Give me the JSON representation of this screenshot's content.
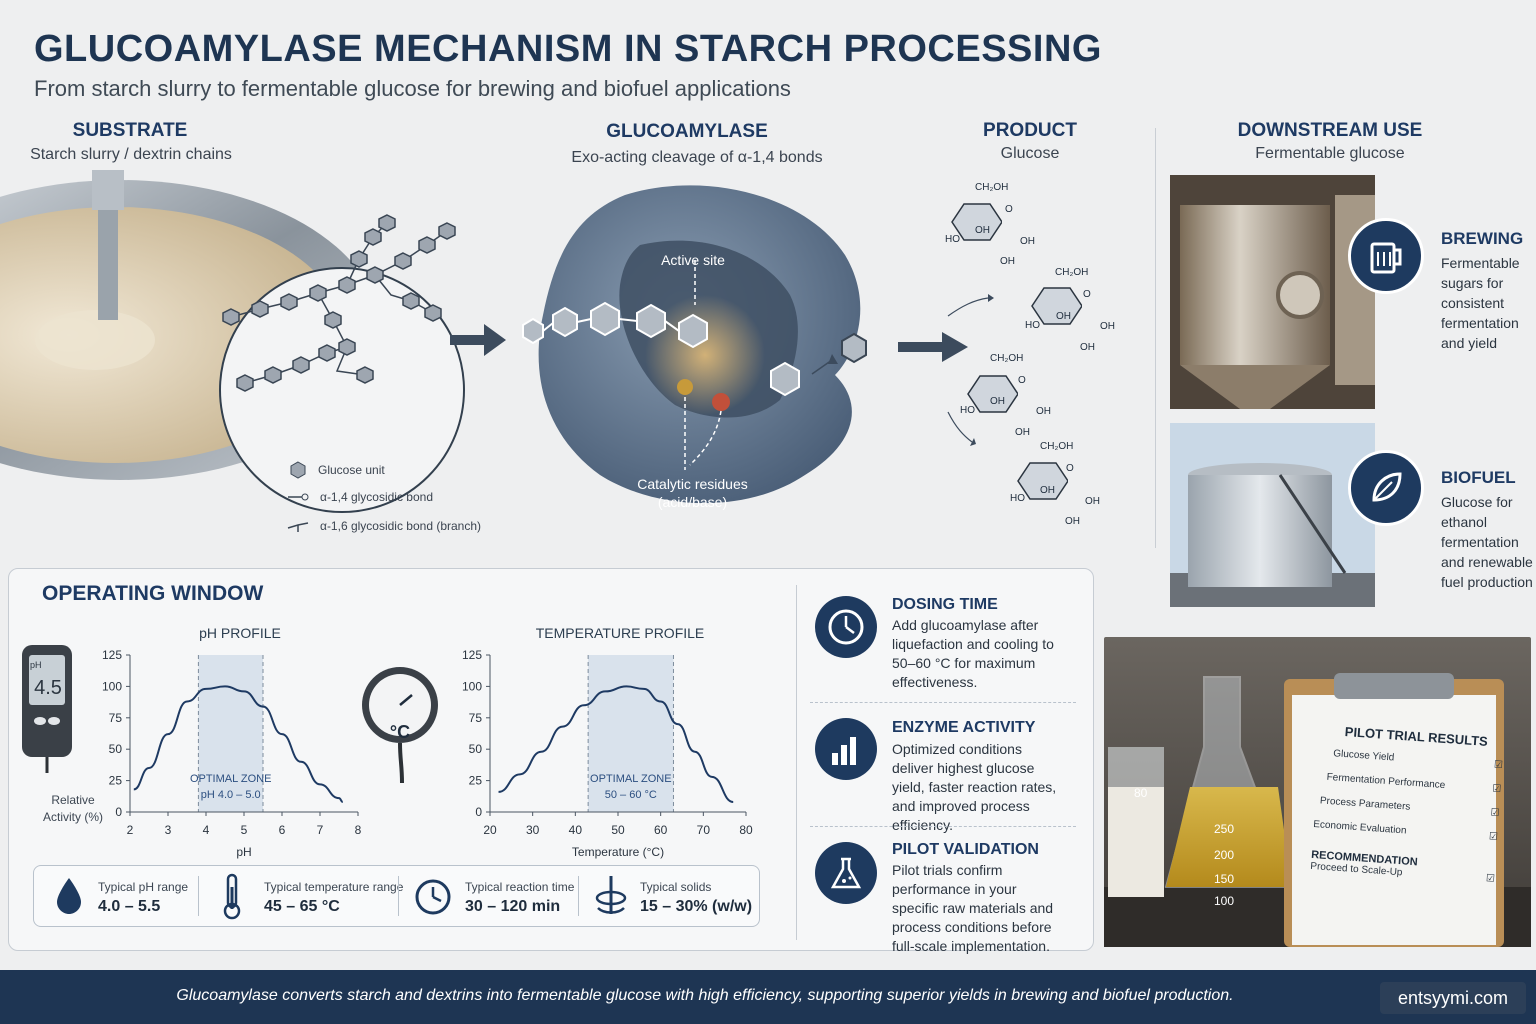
{
  "header": {
    "title": "GLUCOAMYLASE MECHANISM IN STARCH PROCESSING",
    "subtitle": "From starch slurry to fermentable glucose for brewing and biofuel applications"
  },
  "columns": {
    "substrate": {
      "title": "SUBSTRATE",
      "subtitle": "Starch slurry / dextrin chains"
    },
    "enzyme": {
      "title": "GLUCOAMYLASE",
      "subtitle": "Exo-acting cleavage of α-1,4 bonds"
    },
    "product": {
      "title": "PRODUCT",
      "subtitle": "Glucose"
    },
    "downstream": {
      "title": "DOWNSTREAM USE",
      "subtitle": "Fermentable glucose"
    }
  },
  "legend": {
    "glucose_unit": "Glucose unit",
    "bond_14": "α-1,4 glycosidic bond",
    "bond_16": "α-1,6 glycosidic bond (branch)"
  },
  "enzyme_labels": {
    "active_site": "Active site",
    "catalytic_1": "Catalytic residues",
    "catalytic_2": "(acid/base)"
  },
  "glucose_labels": {
    "ch2oh": "CH₂OH",
    "o": "O",
    "oh": "OH",
    "ho": "HO"
  },
  "operating_window": {
    "title": "OPERATING WINDOW",
    "meter_reading": "4.5",
    "meter_unit": "pH",
    "gauge_unit": "°C",
    "relative_activity_1": "Relative",
    "relative_activity_2": "Activity (%)"
  },
  "chart_data": [
    {
      "type": "line",
      "title": "pH PROFILE",
      "xlabel": "pH",
      "ylabel": "Relative Activity (%)",
      "xlim": [
        2,
        8
      ],
      "ylim": [
        0,
        125
      ],
      "x_ticks": [
        "2",
        "3",
        "4",
        "5",
        "6",
        "7",
        "8"
      ],
      "y_ticks": [
        "0",
        "25",
        "50",
        "75",
        "100",
        "125"
      ],
      "optimal_zone": [
        3.8,
        5.5
      ],
      "zone_label_1": "OPTIMAL ZONE",
      "zone_label_2": "pH 4.0 – 5.0",
      "x": [
        2.1,
        2.5,
        3.0,
        3.5,
        4.0,
        4.5,
        5.0,
        5.5,
        6.0,
        6.5,
        7.0,
        7.5,
        7.6
      ],
      "y": [
        18,
        35,
        62,
        88,
        98,
        100,
        96,
        84,
        62,
        40,
        22,
        11,
        8
      ]
    },
    {
      "type": "line",
      "title": "TEMPERATURE PROFILE",
      "xlabel": "Temperature (°C)",
      "ylabel": "Relative Activity (%)",
      "xlim": [
        20,
        80
      ],
      "ylim": [
        0,
        125
      ],
      "x_ticks": [
        "20",
        "30",
        "40",
        "50",
        "60",
        "70",
        "80"
      ],
      "y_ticks": [
        "0",
        "25",
        "50",
        "75",
        "100",
        "125"
      ],
      "optimal_zone": [
        43,
        63
      ],
      "zone_label_1": "OPTIMAL ZONE",
      "zone_label_2": "50 – 60 °C",
      "x": [
        22,
        27,
        32,
        37,
        42,
        47,
        52,
        56,
        60,
        64,
        68,
        72,
        77
      ],
      "y": [
        16,
        30,
        48,
        68,
        85,
        96,
        100,
        98,
        88,
        70,
        48,
        28,
        8
      ]
    }
  ],
  "stats": [
    {
      "label": "Typical pH range",
      "value": "4.0 – 5.5",
      "icon": "droplet-icon"
    },
    {
      "label": "Typical temperature range",
      "value": "45 – 65 °C",
      "icon": "thermometer-icon"
    },
    {
      "label": "Typical reaction time",
      "value": "30 – 120 min",
      "icon": "clock-icon"
    },
    {
      "label": "Typical solids",
      "value": "15 – 30% (w/w)",
      "icon": "mixer-icon"
    }
  ],
  "info": [
    {
      "title": "DOSING TIME",
      "body": "Add glucoamylase after liquefaction and cooling to 50–60 °C for maximum effectiveness."
    },
    {
      "title": "ENZYME ACTIVITY",
      "body": "Optimized conditions deliver highest glucose yield, faster reaction rates, and improved process efficiency."
    },
    {
      "title": "PILOT VALIDATION",
      "body": "Pilot trials confirm performance in your specific raw materials and process conditions before full-scale implementation."
    }
  ],
  "uses": [
    {
      "title": "BREWING",
      "body": "Fermentable sugars for consistent fermentation and yield"
    },
    {
      "title": "BIOFUEL",
      "body": "Glucose for ethanol fermentation and renewable fuel production"
    }
  ],
  "clipboard": {
    "title": "PILOT TRIAL RESULTS",
    "items": [
      "Glucose Yield",
      "Fermentation Performance",
      "Process Parameters",
      "Economic Evaluation"
    ],
    "recommendation_title": "RECOMMENDATION",
    "recommendation": "Proceed to Scale-Up"
  },
  "flask_marks": [
    "80",
    "250",
    "200",
    "150",
    "100"
  ],
  "footer": {
    "text": "Glucoamylase  converts starch and dextrins into fermentable glucose with high efficiency, supporting superior yields in brewing and biofuel production.",
    "brand": "entsyymi.com"
  },
  "colors": {
    "navy": "#1e3a5f",
    "accent_blue": "#2c4f80",
    "zone": "#d9e2ec",
    "footer": "#1e3553"
  }
}
